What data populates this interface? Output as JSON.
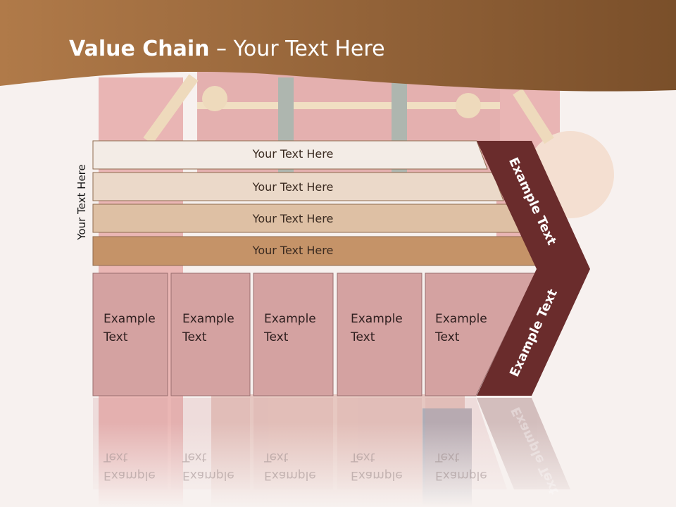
{
  "title": {
    "bold": "Value Chain",
    "rest": " – Your Text Here"
  },
  "side_label": "Your Text Here",
  "rows": [
    "Your Text Here",
    "Your Text Here",
    "Your Text Here",
    "Your Text Here"
  ],
  "boxes": [
    {
      "line1": "Example",
      "line2": "Text"
    },
    {
      "line1": "Example",
      "line2": "Text"
    },
    {
      "line1": "Example",
      "line2": "Text"
    },
    {
      "line1": "Example",
      "line2": "Text"
    },
    {
      "line1": "Example",
      "line2": "Text"
    }
  ],
  "chevron_labels": {
    "top": "Example Text",
    "bottom": "Example Text"
  },
  "colors": {
    "header": "#a8713f",
    "row_1": "#f3ece6",
    "row_2": "#ebd9c9",
    "row_3": "#deC0a4",
    "row_4": "#c59368",
    "boxes": "#d4a2a1",
    "chevron": "#6a2c2c"
  }
}
